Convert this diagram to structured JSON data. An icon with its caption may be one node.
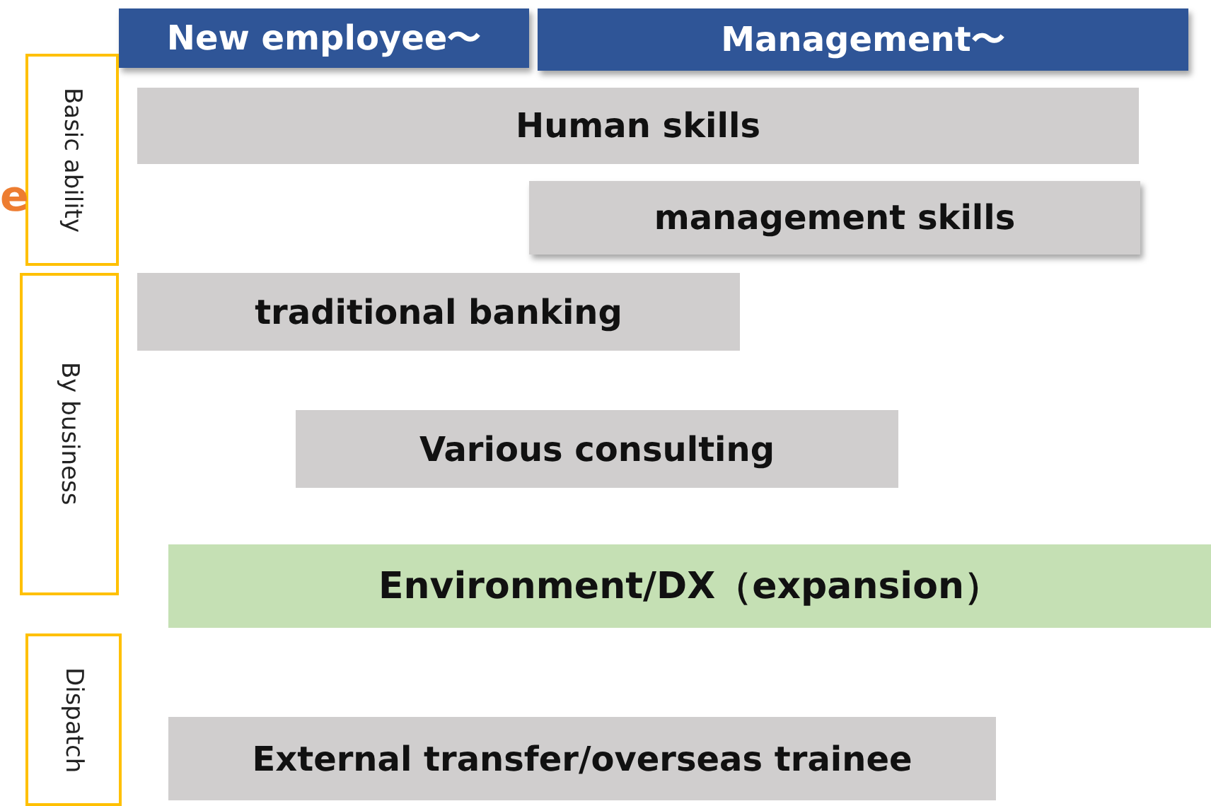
{
  "diagram": {
    "nodes": [
      {
        "text": [
          "New employee〜"
        ]
      },
      {
        "text": [
          "Management〜"
        ]
      },
      {
        "text": [
          "Basic ability"
        ]
      },
      {
        "text": [
          "Human skills"
        ]
      },
      {
        "text": [
          "management skills"
        ]
      },
      {
        "text": [
          "By business"
        ]
      },
      {
        "text": [
          "traditional banking"
        ]
      },
      {
        "text": [
          "Various consulting"
        ]
      },
      {
        "text": [
          "Environment/DX（expansion）"
        ]
      },
      {
        "text": [
          "Dispatch"
        ]
      },
      {
        "text": [
          "External transfer/overseas trainee"
        ]
      }
    ],
    "labels": [
      "e"
    ]
  }
}
